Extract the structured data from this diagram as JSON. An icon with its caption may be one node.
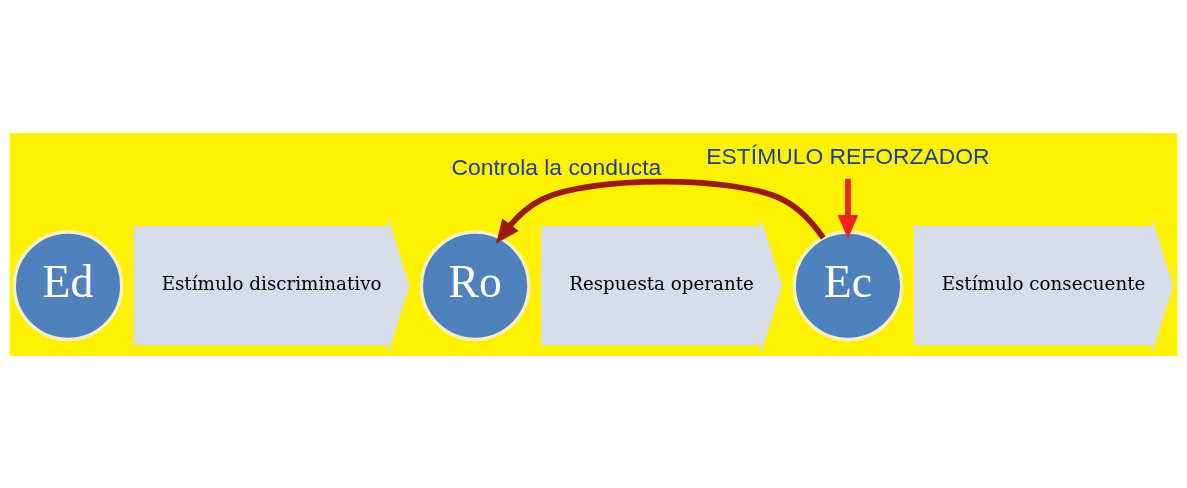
{
  "diagram": {
    "nodes": [
      {
        "text": [
          "Ed"
        ]
      },
      {
        "text": [
          "Estímulo discriminativo"
        ]
      },
      {
        "text": [
          "Ro"
        ]
      },
      {
        "text": [
          "Respuesta operante"
        ]
      },
      {
        "text": [
          "Ec"
        ]
      },
      {
        "text": [
          "Estímulo consecuente"
        ]
      },
      {
        "text": [
          "ESTÍMULO REFORZADOR"
        ]
      }
    ],
    "edges": [
      {
        "from": 4,
        "to": 2,
        "arrow": "to",
        "label": "Controla la conducta",
        "color": "#9b1a10"
      },
      {
        "from": 6,
        "to": 4,
        "arrow": "to",
        "color": "#ee2222"
      }
    ]
  }
}
